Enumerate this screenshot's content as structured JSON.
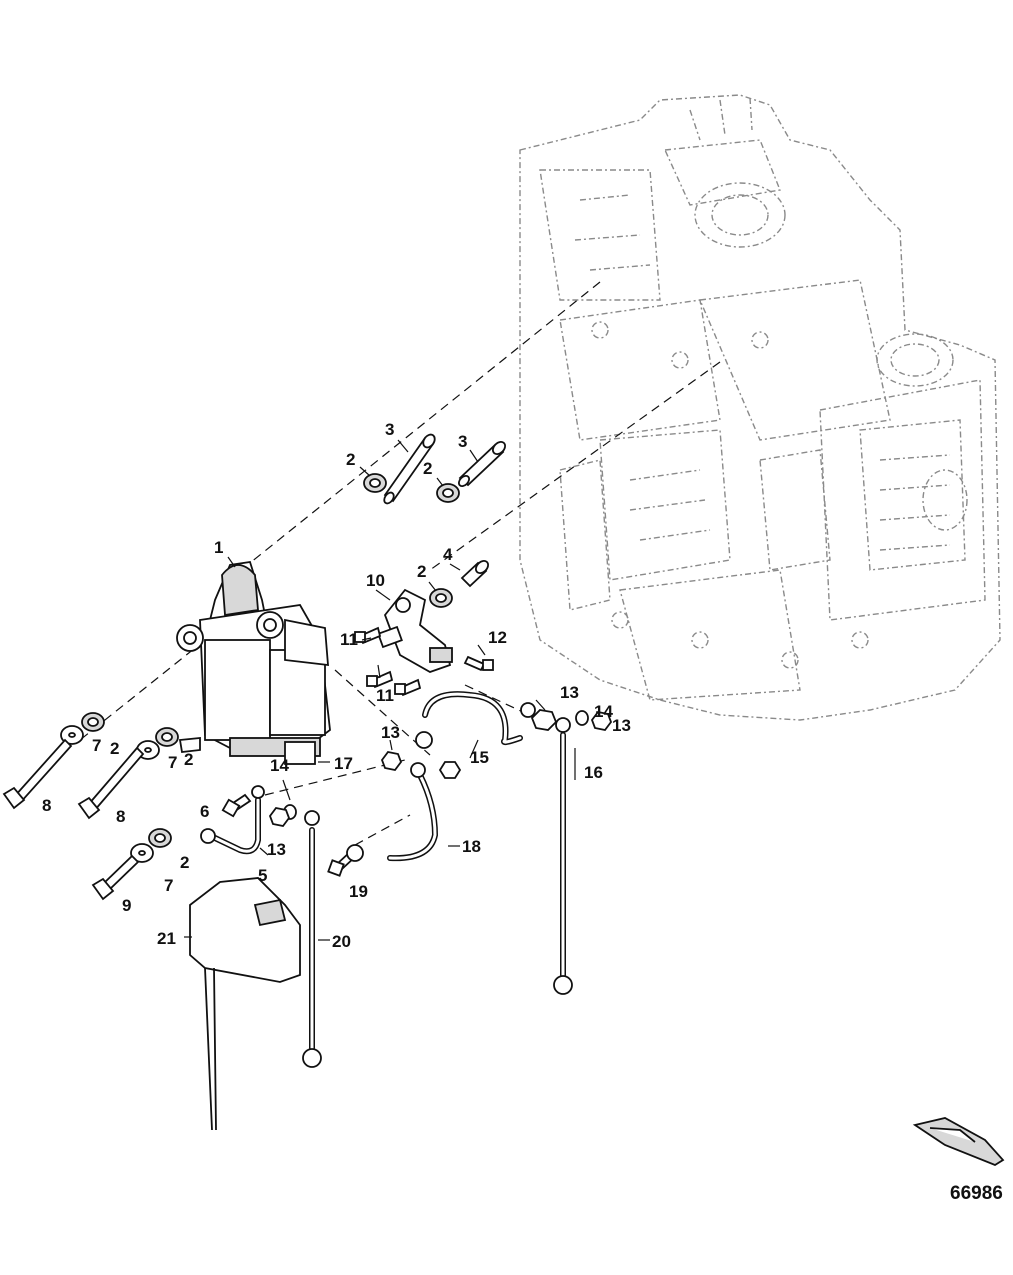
{
  "figure_number": "66986",
  "callouts": [
    {
      "id": "c1",
      "label": "1"
    },
    {
      "id": "c2a",
      "label": "2"
    },
    {
      "id": "c2b",
      "label": "2"
    },
    {
      "id": "c2c",
      "label": "2"
    },
    {
      "id": "c2d",
      "label": "2"
    },
    {
      "id": "c2e",
      "label": "2"
    },
    {
      "id": "c2f",
      "label": "2"
    },
    {
      "id": "c3a",
      "label": "3"
    },
    {
      "id": "c3b",
      "label": "3"
    },
    {
      "id": "c4",
      "label": "4"
    },
    {
      "id": "c5",
      "label": "5"
    },
    {
      "id": "c6",
      "label": "6"
    },
    {
      "id": "c7a",
      "label": "7"
    },
    {
      "id": "c7b",
      "label": "7"
    },
    {
      "id": "c7c",
      "label": "7"
    },
    {
      "id": "c8a",
      "label": "8"
    },
    {
      "id": "c8b",
      "label": "8"
    },
    {
      "id": "c9",
      "label": "9"
    },
    {
      "id": "c10",
      "label": "10"
    },
    {
      "id": "c11a",
      "label": "11"
    },
    {
      "id": "c11b",
      "label": "11"
    },
    {
      "id": "c12",
      "label": "12"
    },
    {
      "id": "c13a",
      "label": "13"
    },
    {
      "id": "c13b",
      "label": "13"
    },
    {
      "id": "c13c",
      "label": "13"
    },
    {
      "id": "c13d",
      "label": "13"
    },
    {
      "id": "c14a",
      "label": "14"
    },
    {
      "id": "c14b",
      "label": "14"
    },
    {
      "id": "c15",
      "label": "15"
    },
    {
      "id": "c16",
      "label": "16"
    },
    {
      "id": "c17",
      "label": "17"
    },
    {
      "id": "c18",
      "label": "18"
    },
    {
      "id": "c19",
      "label": "19"
    },
    {
      "id": "c20",
      "label": "20"
    },
    {
      "id": "c21",
      "label": "21"
    }
  ],
  "icons": {
    "engine": "engine-block-outline-icon",
    "starter": "starter-motor-icon",
    "orientation": "outboard-orientation-icon"
  },
  "colors": {
    "ink": "#111111",
    "ghost": "#8a8a8a",
    "fill": "#d8d8d8"
  }
}
